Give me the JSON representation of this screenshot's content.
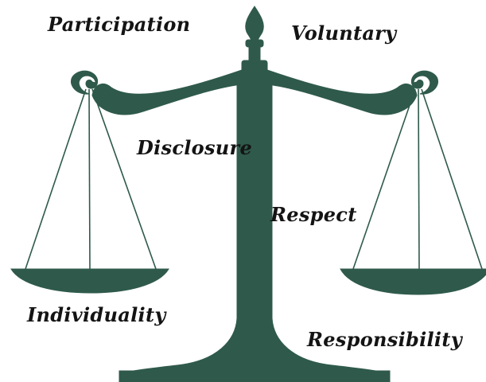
{
  "colors": {
    "scale": "#2f5a4b",
    "text": "#141414",
    "background": "#ffffff"
  },
  "icon": "balance-scale-icon",
  "words": {
    "participation": "Participation",
    "voluntary": "Voluntary",
    "disclosure": "Disclosure",
    "respect": "Respect",
    "individuality": "Individuality",
    "responsibility": "Responsibility"
  }
}
